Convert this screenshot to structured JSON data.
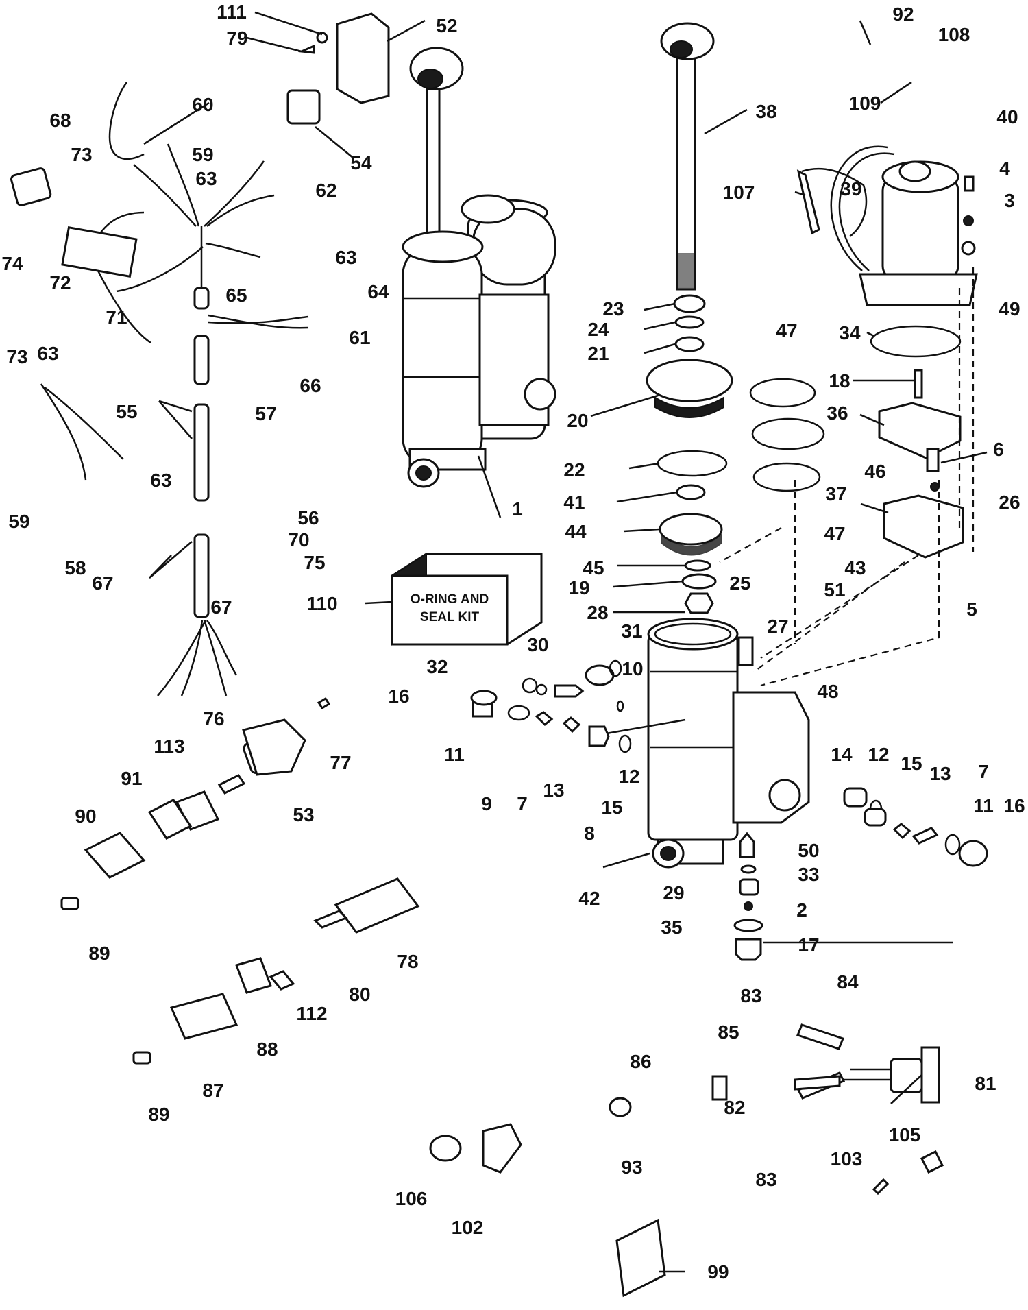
{
  "kit": {
    "line1": "O-RING AND",
    "line2": "SEAL KIT"
  },
  "labels": {
    "l1": "1",
    "l2": "2",
    "l3": "3",
    "l4": "4",
    "l5": "5",
    "l6": "6",
    "l7a": "7",
    "l7b": "7",
    "l8": "8",
    "l9": "9",
    "l10": "10",
    "l11a": "11",
    "l11b": "11",
    "l12a": "12",
    "l12b": "12",
    "l13a": "13",
    "l13b": "13",
    "l14": "14",
    "l15a": "15",
    "l15b": "15",
    "l16a": "16",
    "l16b": "16",
    "l17": "17",
    "l18": "18",
    "l19": "19",
    "l20": "20",
    "l21": "21",
    "l22": "22",
    "l23": "23",
    "l24": "24",
    "l25": "25",
    "l26": "26",
    "l27": "27",
    "l28": "28",
    "l29": "29",
    "l30": "30",
    "l31": "31",
    "l32": "32",
    "l33": "33",
    "l34": "34",
    "l35": "35",
    "l36": "36",
    "l37": "37",
    "l38": "38",
    "l39": "39",
    "l40": "40",
    "l41": "41",
    "l42": "42",
    "l43": "43",
    "l44": "44",
    "l45": "45",
    "l46": "46",
    "l47a": "47",
    "l47b": "47",
    "l48": "48",
    "l49": "49",
    "l50": "50",
    "l51": "51",
    "l52": "52",
    "l53": "53",
    "l54": "54",
    "l55": "55",
    "l56": "56",
    "l57": "57",
    "l58": "58",
    "l59a": "59",
    "l59b": "59",
    "l60": "60",
    "l61": "61",
    "l62": "62",
    "l63a": "63",
    "l63b": "63",
    "l63c": "63",
    "l63d": "63",
    "l64": "64",
    "l65": "65",
    "l66": "66",
    "l67a": "67",
    "l67b": "67",
    "l68": "68",
    "l70": "70",
    "l71": "71",
    "l72": "72",
    "l73a": "73",
    "l73b": "73",
    "l74": "74",
    "l75": "75",
    "l76": "76",
    "l77": "77",
    "l78": "78",
    "l79": "79",
    "l80": "80",
    "l81": "81",
    "l82": "82",
    "l83a": "83",
    "l83b": "83",
    "l84": "84",
    "l85": "85",
    "l86": "86",
    "l87": "87",
    "l88": "88",
    "l89a": "89",
    "l89b": "89",
    "l90": "90",
    "l91": "91",
    "l92": "92",
    "l93": "93",
    "l99": "99",
    "l102": "102",
    "l103": "103",
    "l105": "105",
    "l106": "106",
    "l107": "107",
    "l108": "108",
    "l109": "109",
    "l110": "110",
    "l111": "111",
    "l112": "112",
    "l113": "113"
  }
}
